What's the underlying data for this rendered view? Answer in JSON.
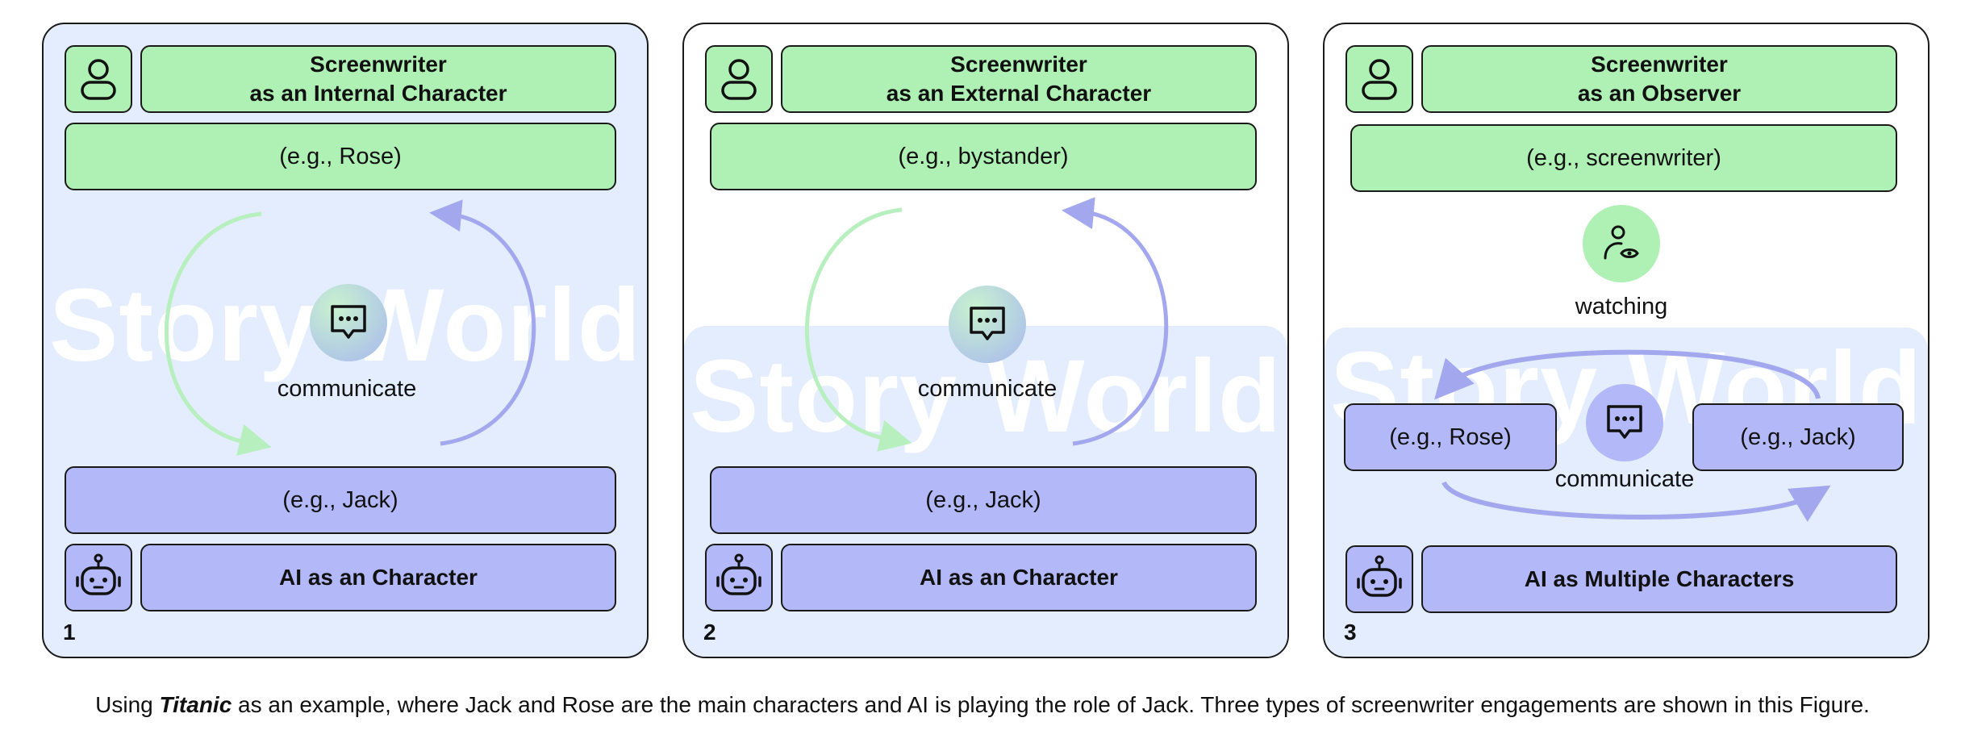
{
  "panels": [
    {
      "number": "1",
      "screenwriter_title_line1": "Screenwriter",
      "screenwriter_title_line2": "as an Internal Character",
      "screenwriter_example": "(e.g., Rose)",
      "center_label": "communicate",
      "watermark": "Story World",
      "ai_example": "(e.g., Jack)",
      "ai_title": "AI as an Character"
    },
    {
      "number": "2",
      "screenwriter_title_line1": "Screenwriter",
      "screenwriter_title_line2": "as an External Character",
      "screenwriter_example": "(e.g., bystander)",
      "center_label": "communicate",
      "watermark": "Story World",
      "ai_example": "(e.g., Jack)",
      "ai_title": "AI as an Character"
    },
    {
      "number": "3",
      "screenwriter_title_line1": "Screenwriter",
      "screenwriter_title_line2": "as an Observer",
      "screenwriter_example": "(e.g., screenwriter)",
      "observer_label": "watching",
      "center_label": "communicate",
      "watermark": "Story World",
      "ai_example_left": "(e.g., Rose)",
      "ai_example_right": "(e.g., Jack)",
      "ai_title": "AI as Multiple Characters"
    }
  ],
  "caption": {
    "before": "Using ",
    "emphasis": "Titanic",
    "after": " as an example, where Jack and Rose are the main characters and AI is playing the role of Jack. Three types of screenwriter engagements are shown in this Figure."
  },
  "colors": {
    "screenwriter_green": "#aff0b5",
    "ai_purple": "#b3b9f8",
    "story_world_bg": "#e3edfd",
    "arrow_green": "#b8efbf",
    "arrow_purple": "#a3a8ee"
  },
  "icons": {
    "screenwriter": "user-icon",
    "ai": "robot-icon",
    "communicate": "chat-bubble-icon",
    "watching": "user-eye-icon"
  }
}
